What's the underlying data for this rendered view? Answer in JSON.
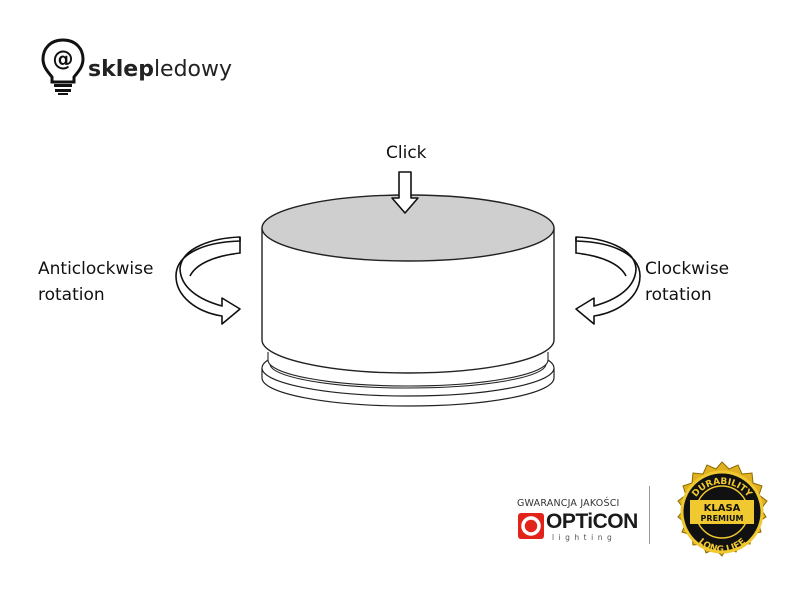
{
  "logo": {
    "part1": "sklep",
    "part2": "ledowy",
    "icon": "bulb-at-icon"
  },
  "diagram": {
    "click_label": "Click",
    "anticlockwise_line1": "Anticlockwise",
    "anticlockwise_line2": "rotation",
    "clockwise_line1": "Clockwise",
    "clockwise_line2": "rotation",
    "top_face_color": "#cfcfcf"
  },
  "badge": {
    "guarantee": "GWARANCJA JAKOŚCI",
    "brand": "OPTiCON",
    "brand_sub": "lighting",
    "brand_color": "#e2231a",
    "seal_top": "DURABILITY",
    "seal_mid1": "KLASA",
    "seal_mid2": "PREMIUM",
    "seal_bottom": "LONG LIFE",
    "seal_color": "#d4a017"
  }
}
